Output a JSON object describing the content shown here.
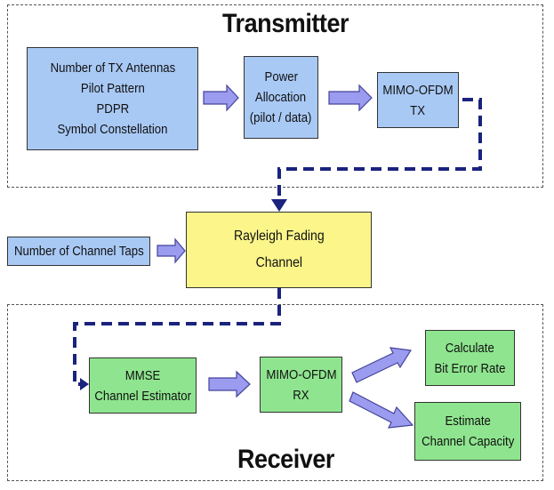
{
  "transmitter": {
    "title": "Transmitter",
    "params": [
      "Number of TX Antennas",
      "Pilot Pattern",
      "PDPR",
      "Symbol Constellation"
    ],
    "power_allocation": [
      "Power",
      "Allocation",
      "(pilot / data)"
    ],
    "mimo_tx": [
      "MIMO-OFDM",
      "TX"
    ]
  },
  "channel": {
    "taps_label": "Number of Channel Taps",
    "rayleigh": [
      "Rayleigh Fading",
      "Channel"
    ]
  },
  "receiver": {
    "title": "Receiver",
    "mmse": [
      "MMSE",
      "Channel Estimator"
    ],
    "mimo_rx": [
      "MIMO-OFDM",
      "RX"
    ],
    "ber": [
      "Calculate",
      "Bit Error Rate"
    ],
    "capacity": [
      "Estimate",
      "Channel Capacity"
    ]
  },
  "colors": {
    "blue_box": "#a9c9f5",
    "yellow_box": "#fbf58a",
    "green_box": "#8fe58f",
    "arrow_fill": "#9b9bf0",
    "link_line": "#1a237e"
  }
}
